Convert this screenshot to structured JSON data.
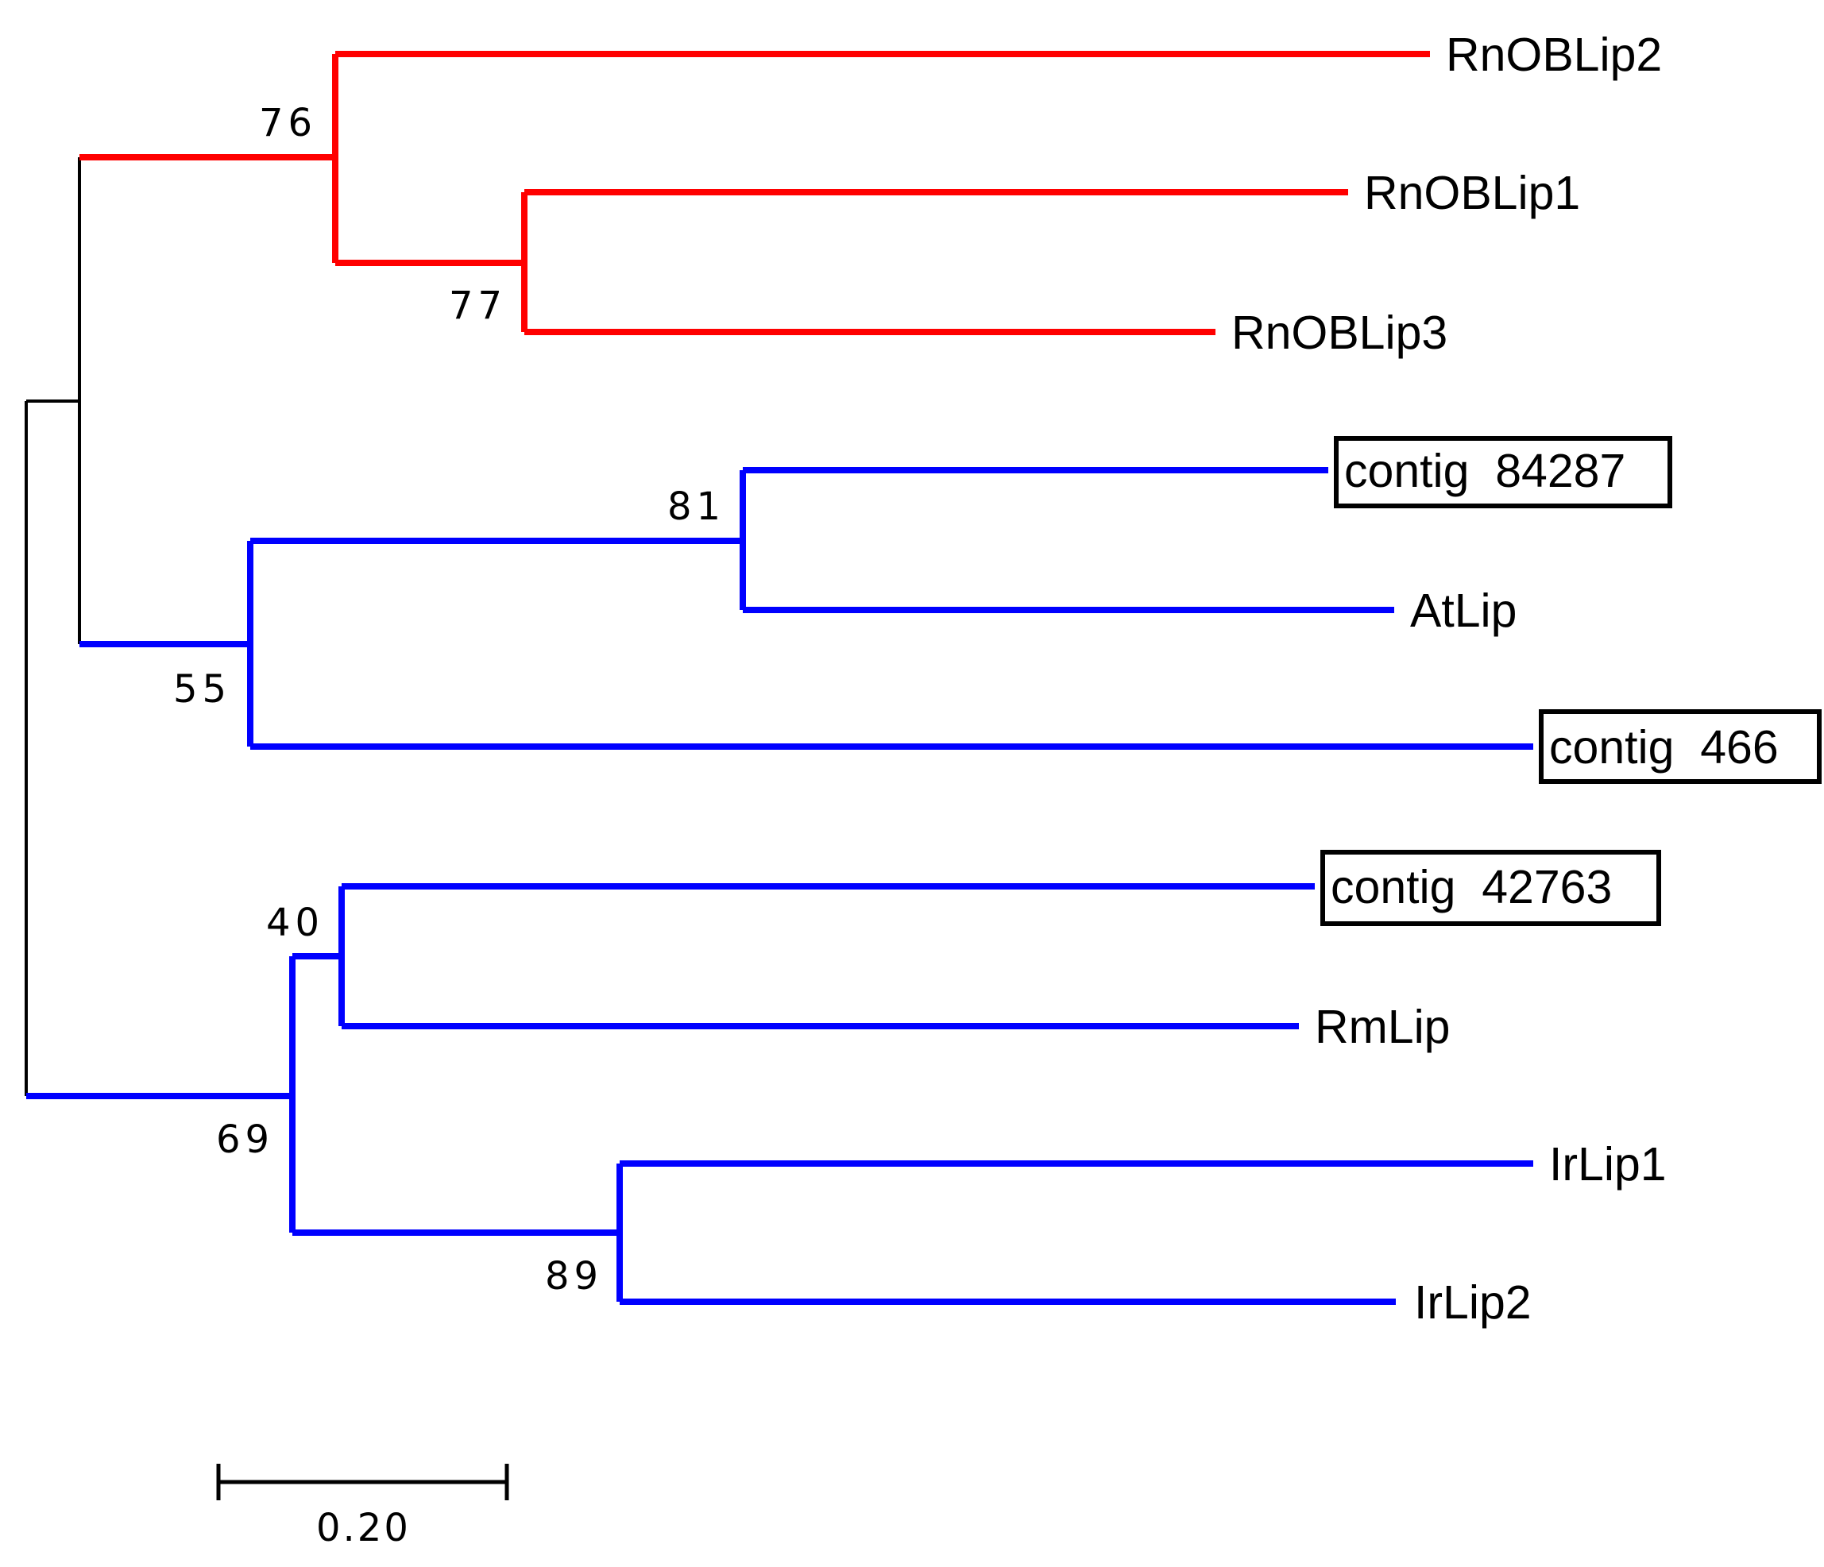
{
  "colors": {
    "clade_red": "#ff0000",
    "clade_blue": "#0000ff",
    "root": "#000000",
    "box": "#000000"
  },
  "tree": {
    "taxa": [
      {
        "id": "rnoblip2",
        "label": "RnOBLip2",
        "boxed": false
      },
      {
        "id": "rnoblip1",
        "label": "RnOBLip1",
        "boxed": false
      },
      {
        "id": "rnoblip3",
        "label": "RnOBLip3",
        "boxed": false
      },
      {
        "id": "contig84287",
        "label": "contig  84287",
        "boxed": true
      },
      {
        "id": "atlip",
        "label": "AtLip",
        "boxed": false
      },
      {
        "id": "contig466",
        "label": "contig  466",
        "boxed": true
      },
      {
        "id": "contig42763",
        "label": "contig  42763",
        "boxed": true
      },
      {
        "id": "rmlip",
        "label": "RmLip",
        "boxed": false
      },
      {
        "id": "irlip1",
        "label": "IrLip1",
        "boxed": false
      },
      {
        "id": "irlip2",
        "label": "IrLip2",
        "boxed": false
      }
    ],
    "bootstrap": [
      {
        "node": "rnoblip-clade",
        "value": "76"
      },
      {
        "node": "rnoblip1-rnoblip3",
        "value": "77"
      },
      {
        "node": "contig84287-atlip",
        "value": "81"
      },
      {
        "node": "contig466-clade",
        "value": "55"
      },
      {
        "node": "contig42763-rmlip",
        "value": "40"
      },
      {
        "node": "rmlip-irlip-clade",
        "value": "69"
      },
      {
        "node": "irlip1-irlip2",
        "value": "89"
      }
    ],
    "scale_bar": {
      "value": 0.2,
      "label": "0.20"
    }
  }
}
